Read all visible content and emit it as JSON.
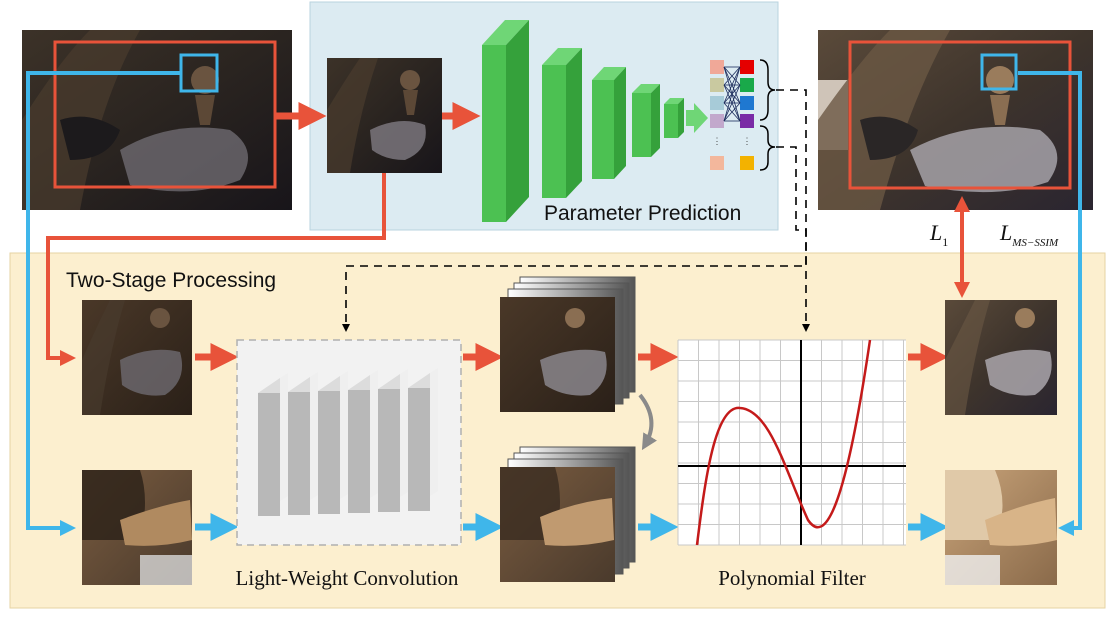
{
  "labels": {
    "parameter_prediction": "Parameter Prediction",
    "two_stage_processing": "Two-Stage Processing",
    "light_weight_convolution": "Light-Weight Convolution",
    "polynomial_filter": "Polynomial Filter",
    "loss_l1_main": "L",
    "loss_l1_sub": "1",
    "loss_msssim_main": "L",
    "loss_msssim_sub": "MS−SSIM"
  },
  "colors": {
    "parameter_panel_bg": "#dcebf2",
    "processing_panel_bg": "#fcefcf",
    "red_path": "#e8533a",
    "blue_path": "#3fb6ea",
    "network_green": "#4cc152",
    "curve_red": "#c41a1a"
  }
}
